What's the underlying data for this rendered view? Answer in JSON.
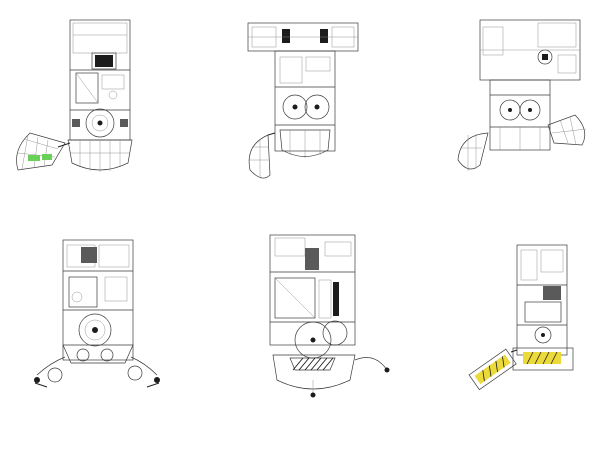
{
  "accent_colors": {
    "green": "#6bd05a",
    "yellow": "#ecd93a",
    "line": "#3a3a3a"
  },
  "drawings": [
    {
      "id": "A",
      "variant": "left-swing-guard",
      "accent": "green"
    },
    {
      "id": "B",
      "variant": "wide-top-left-guard",
      "accent": "none"
    },
    {
      "id": "C",
      "variant": "double-guard",
      "accent": "none"
    },
    {
      "id": "D",
      "variant": "twin-roll-arms",
      "accent": "none"
    },
    {
      "id": "E",
      "variant": "drum-hatched",
      "accent": "none"
    },
    {
      "id": "F",
      "variant": "slanted-conveyor",
      "accent": "yellow"
    }
  ]
}
